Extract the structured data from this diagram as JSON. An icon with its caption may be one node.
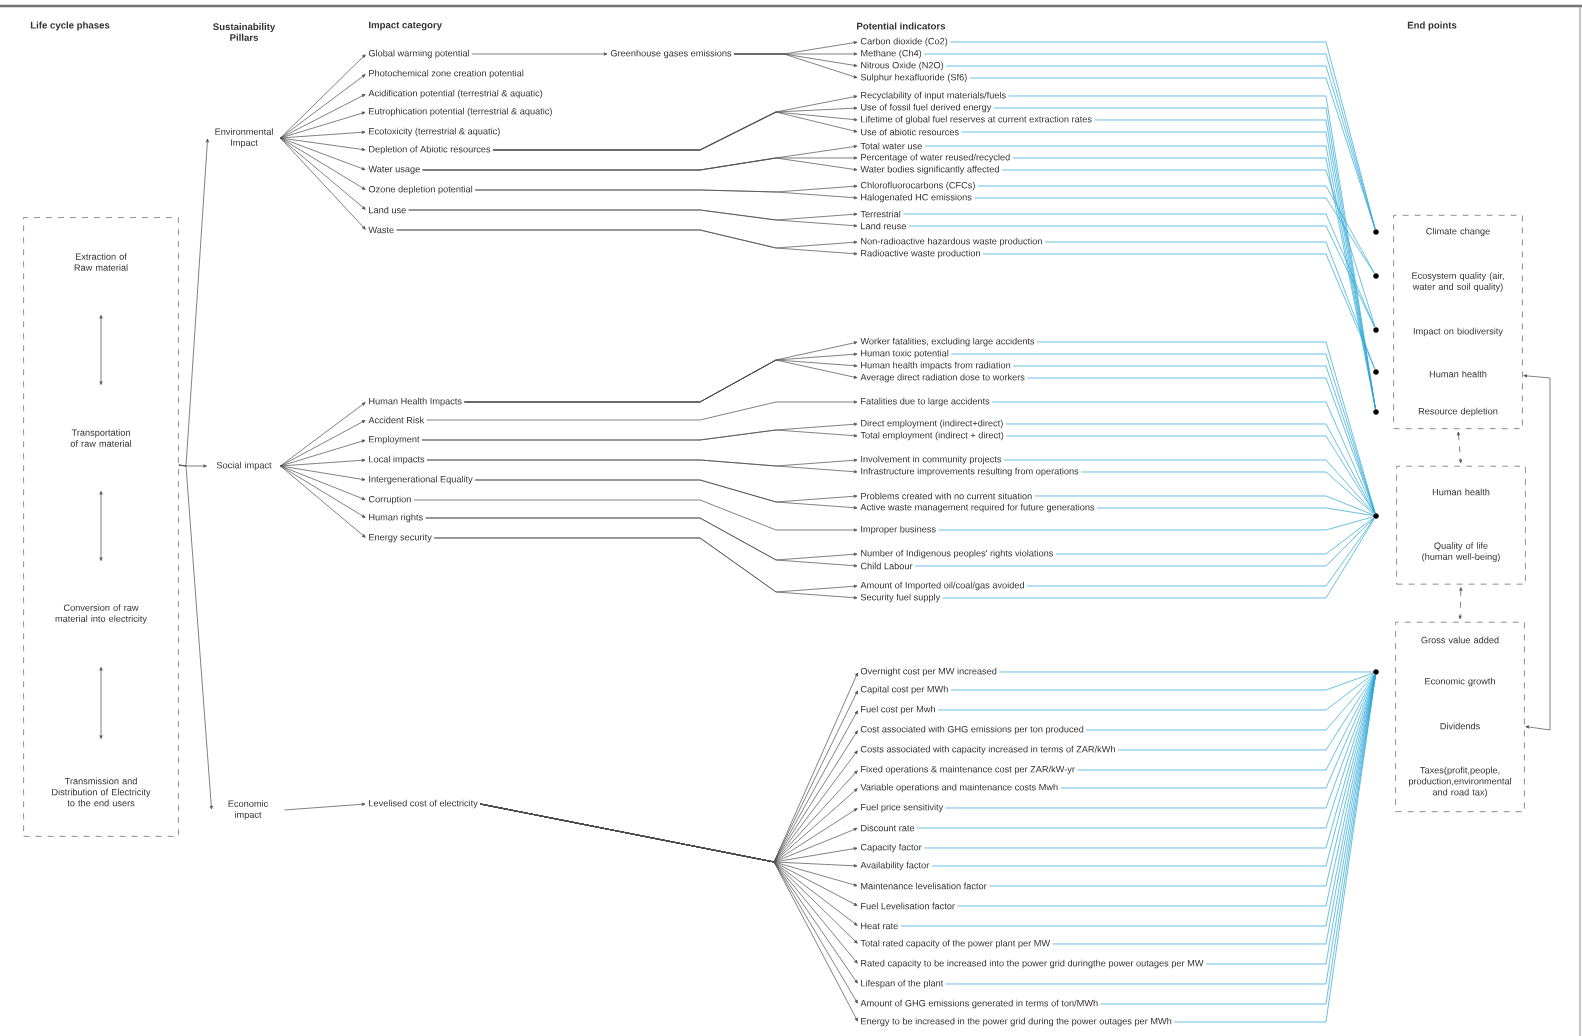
{
  "diagram": {
    "nodes": [
      {
        "text": [],
        "shape": "box"
      },
      {
        "text": [
          "Extraction of Raw material"
        ],
        "in": 0
      },
      {
        "text": [
          "Transportation of raw material"
        ],
        "in": 0
      },
      {
        "text": [
          "Conversion of raw material into electricity"
        ],
        "in": 0
      },
      {
        "text": [
          "Transmission and Distribution of Electricity to the end users"
        ],
        "in": 0
      },
      {
        "text": [
          "Environmental Impact"
        ]
      },
      {
        "text": [
          "Social impact"
        ]
      },
      {
        "text": [
          "Economic impact"
        ]
      },
      {
        "text": [
          "Global warming potential"
        ]
      },
      {
        "text": [
          "Photochemical zone creation potential"
        ]
      },
      {
        "text": [
          "Acidification potential (terrestrial & aquatic)"
        ]
      },
      {
        "text": [
          "Eutrophication potential (terrestrial & aquatic)"
        ]
      },
      {
        "text": [
          "Ecotoxicity (terrestrial & aquatic)"
        ]
      },
      {
        "text": [
          "Depletion of Abiotic resources"
        ]
      },
      {
        "text": [
          "Water usage"
        ]
      },
      {
        "text": [
          "Ozone depletion potential"
        ]
      },
      {
        "text": [
          "Land use"
        ]
      },
      {
        "text": [
          "Waste"
        ]
      },
      {
        "text": [
          "Greenhouse gases emissions"
        ]
      },
      {
        "text": [
          "Human Health Impacts"
        ]
      },
      {
        "text": [
          "Accident Risk"
        ]
      },
      {
        "text": [
          "Employment"
        ]
      },
      {
        "text": [
          "Local impacts"
        ]
      },
      {
        "text": [
          "Intergenerational Equality"
        ]
      },
      {
        "text": [
          "Corruption"
        ]
      },
      {
        "text": [
          "Human rights"
        ]
      },
      {
        "text": [
          "Energy security"
        ]
      },
      {
        "text": [
          "Levelised cost of electricity"
        ]
      },
      {
        "text": [
          "Carbon dioxide (Co2)"
        ]
      },
      {
        "text": [
          "Methane (Ch4)"
        ]
      },
      {
        "text": [
          "Nitrous Oxide (N2O)"
        ]
      },
      {
        "text": [
          "Sulphur hexafluoride (Sf6)"
        ]
      },
      {
        "text": [
          "Recyclability of input materials/fuels"
        ]
      },
      {
        "text": [
          "Use of fossil fuel derived energy"
        ]
      },
      {
        "text": [
          "Lifetime of global fuel reserves at current extraction rates"
        ]
      },
      {
        "text": [
          "Use of abiotic resources"
        ]
      },
      {
        "text": [
          "Total water use"
        ]
      },
      {
        "text": [
          "Percentage of water reused/recycled"
        ]
      },
      {
        "text": [
          "Water bodies significantly affected"
        ]
      },
      {
        "text": [
          "Chlorofluorocarbons (CFCs)"
        ]
      },
      {
        "text": [
          "Halogenated HC emissions"
        ]
      },
      {
        "text": [
          "Terrestrial"
        ]
      },
      {
        "text": [
          "Land reuse"
        ]
      },
      {
        "text": [
          "Non-radioactive hazardous waste production"
        ]
      },
      {
        "text": [
          "Radioactive waste production"
        ]
      },
      {
        "text": [
          "Worker fatalities, excluding large accidents"
        ]
      },
      {
        "text": [
          "Human toxic potential"
        ]
      },
      {
        "text": [
          "Human health impacts from radiation"
        ]
      },
      {
        "text": [
          "Average direct radiation dose to workers"
        ]
      },
      {
        "text": [
          "Fatalities due to large accidents"
        ]
      },
      {
        "text": [
          "Direct employment (indirect+direct)"
        ]
      },
      {
        "text": [
          "Total employment (indirect + direct)"
        ]
      },
      {
        "text": [
          "Involvement in community projects"
        ]
      },
      {
        "text": [
          "Infrastructure improvements resulting from operations"
        ]
      },
      {
        "text": [
          "Problems created with no current situation"
        ]
      },
      {
        "text": [
          "Active waste management required for future generations"
        ]
      },
      {
        "text": [
          "Improper business"
        ]
      },
      {
        "text": [
          "Number of Indigenous peoples' rights violations"
        ]
      },
      {
        "text": [
          "Child Labour"
        ]
      },
      {
        "text": [
          "Amount of Imported oil/coal/gas avoided"
        ]
      },
      {
        "text": [
          "Security fuel supply"
        ]
      },
      {
        "text": [
          "Overnight cost per MW increased"
        ]
      },
      {
        "text": [
          "Capital cost per MWh"
        ]
      },
      {
        "text": [
          "Fuel cost per Mwh"
        ]
      },
      {
        "text": [
          "Cost associated with GHG emissions per ton produced"
        ]
      },
      {
        "text": [
          "Costs associated with capacity increased in terms of ZAR/kWh"
        ]
      },
      {
        "text": [
          "Fixed operations & maintenance cost per ZAR/kW-yr"
        ]
      },
      {
        "text": [
          "Variable operations and maintenance costs Mwh"
        ]
      },
      {
        "text": [
          "Fuel price sensitivity"
        ]
      },
      {
        "text": [
          "Discount rate"
        ]
      },
      {
        "text": [
          "Capacity factor"
        ]
      },
      {
        "text": [
          "Availability factor"
        ]
      },
      {
        "text": [
          "Maintenance levelisation factor"
        ]
      },
      {
        "text": [
          "Fuel Levelisation factor"
        ]
      },
      {
        "text": [
          "Heat rate"
        ]
      },
      {
        "text": [
          "Total rated capacity of the power plant per MW"
        ]
      },
      {
        "text": [
          "Rated capacity to be increased into the power grid duringthe power outages per MW"
        ]
      },
      {
        "text": [
          "Lifespan of the plant"
        ]
      },
      {
        "text": [
          "Amount of GHG emissions generated in terms of ton/MWh"
        ]
      },
      {
        "text": [
          "Energy to be increased in the power grid during the power outages per MWh"
        ]
      },
      {
        "text": [],
        "shape": "box"
      },
      {
        "text": [
          "Climate change"
        ],
        "in": 80
      },
      {
        "text": [
          "Ecosystem quality (air, water and soil quality)"
        ],
        "in": 80
      },
      {
        "text": [
          "Impact on biodiversity"
        ],
        "in": 80
      },
      {
        "text": [
          "Human health"
        ],
        "in": 80
      },
      {
        "text": [
          "Resource depletion"
        ],
        "in": 80
      },
      {
        "text": [],
        "shape": "box"
      },
      {
        "text": [
          "Human health"
        ],
        "in": 86
      },
      {
        "text": [
          "Quality of life (human well-being)"
        ],
        "in": 86
      },
      {
        "text": [],
        "shape": "box"
      },
      {
        "text": [
          "Gross value added"
        ],
        "in": 89
      },
      {
        "text": [
          "Economic growth"
        ],
        "in": 89
      },
      {
        "text": [
          "Dividends"
        ],
        "in": 89
      },
      {
        "text": [
          "Taxes(profit,people, production,environmental and road tax)"
        ],
        "in": 89
      },
      {
        "text": [],
        "shape": "circle"
      },
      {
        "text": [],
        "shape": "circle"
      },
      {
        "text": [],
        "shape": "circle"
      },
      {
        "text": [],
        "shape": "circle"
      },
      {
        "text": [],
        "shape": "circle"
      },
      {
        "text": [],
        "shape": "circle"
      },
      {
        "text": [],
        "shape": "circle"
      }
    ],
    "edges": [
      {
        "from": 1,
        "to": 2,
        "arrow": "both"
      },
      {
        "from": 2,
        "to": 3,
        "arrow": "both"
      },
      {
        "from": 3,
        "to": 4,
        "arrow": "both"
      },
      {
        "from": 0,
        "to": 5,
        "arrow": "to"
      },
      {
        "from": 0,
        "to": 6,
        "arrow": "to"
      },
      {
        "from": 0,
        "to": 7,
        "arrow": "to"
      },
      {
        "from": 5,
        "to": 8,
        "arrow": "to"
      },
      {
        "from": 5,
        "to": 9,
        "arrow": "to"
      },
      {
        "from": 5,
        "to": 10,
        "arrow": "to"
      },
      {
        "from": 5,
        "to": 11,
        "arrow": "to"
      },
      {
        "from": 5,
        "to": 12,
        "arrow": "to"
      },
      {
        "from": 5,
        "to": 13,
        "arrow": "to"
      },
      {
        "from": 5,
        "to": 14,
        "arrow": "to"
      },
      {
        "from": 5,
        "to": 15,
        "arrow": "to"
      },
      {
        "from": 5,
        "to": 16,
        "arrow": "to"
      },
      {
        "from": 5,
        "to": 17,
        "arrow": "to"
      },
      {
        "from": 8,
        "to": 18,
        "arrow": "to"
      },
      {
        "from": 6,
        "to": 19,
        "arrow": "to"
      },
      {
        "from": 6,
        "to": 20,
        "arrow": "to"
      },
      {
        "from": 6,
        "to": 21,
        "arrow": "to"
      },
      {
        "from": 6,
        "to": 22,
        "arrow": "to"
      },
      {
        "from": 6,
        "to": 23,
        "arrow": "to"
      },
      {
        "from": 6,
        "to": 24,
        "arrow": "to"
      },
      {
        "from": 6,
        "to": 25,
        "arrow": "to"
      },
      {
        "from": 6,
        "to": 26,
        "arrow": "to"
      },
      {
        "from": 7,
        "to": 27,
        "arrow": "to"
      },
      {
        "from": 18,
        "to": 28,
        "arrow": "to"
      },
      {
        "from": 18,
        "to": 29,
        "arrow": "to"
      },
      {
        "from": 18,
        "to": 30,
        "arrow": "to"
      },
      {
        "from": 18,
        "to": 31,
        "arrow": "to"
      },
      {
        "from": 13,
        "to": 32,
        "arrow": "to"
      },
      {
        "from": 13,
        "to": 33,
        "arrow": "to"
      },
      {
        "from": 13,
        "to": 34,
        "arrow": "to"
      },
      {
        "from": 13,
        "to": 35,
        "arrow": "to"
      },
      {
        "from": 14,
        "to": 36,
        "arrow": "to"
      },
      {
        "from": 14,
        "to": 37,
        "arrow": "to"
      },
      {
        "from": 14,
        "to": 38,
        "arrow": "to"
      },
      {
        "from": 15,
        "to": 39,
        "arrow": "to"
      },
      {
        "from": 15,
        "to": 40,
        "arrow": "to"
      },
      {
        "from": 16,
        "to": 41,
        "arrow": "to"
      },
      {
        "from": 16,
        "to": 42,
        "arrow": "to"
      },
      {
        "from": 17,
        "to": 43,
        "arrow": "to"
      },
      {
        "from": 17,
        "to": 44,
        "arrow": "to"
      },
      {
        "from": 19,
        "to": 45,
        "arrow": "to"
      },
      {
        "from": 19,
        "to": 46,
        "arrow": "to"
      },
      {
        "from": 19,
        "to": 47,
        "arrow": "to"
      },
      {
        "from": 19,
        "to": 48,
        "arrow": "to"
      },
      {
        "from": 20,
        "to": 49,
        "arrow": "to"
      },
      {
        "from": 21,
        "to": 50,
        "arrow": "to"
      },
      {
        "from": 21,
        "to": 51,
        "arrow": "to"
      },
      {
        "from": 22,
        "to": 52,
        "arrow": "to"
      },
      {
        "from": 22,
        "to": 53,
        "arrow": "to"
      },
      {
        "from": 23,
        "to": 54,
        "arrow": "to"
      },
      {
        "from": 23,
        "to": 55,
        "arrow": "to"
      },
      {
        "from": 24,
        "to": 56,
        "arrow": "to"
      },
      {
        "from": 25,
        "to": 57,
        "arrow": "to"
      },
      {
        "from": 25,
        "to": 58,
        "arrow": "to"
      },
      {
        "from": 26,
        "to": 59,
        "arrow": "to"
      },
      {
        "from": 26,
        "to": 60,
        "arrow": "to"
      },
      {
        "from": 27,
        "to": 61,
        "arrow": "to"
      },
      {
        "from": 27,
        "to": 62,
        "arrow": "to"
      },
      {
        "from": 27,
        "to": 63,
        "arrow": "to"
      },
      {
        "from": 27,
        "to": 64,
        "arrow": "to"
      },
      {
        "from": 27,
        "to": 65,
        "arrow": "to"
      },
      {
        "from": 27,
        "to": 66,
        "arrow": "to"
      },
      {
        "from": 27,
        "to": 67,
        "arrow": "to"
      },
      {
        "from": 27,
        "to": 68,
        "arrow": "to"
      },
      {
        "from": 27,
        "to": 69,
        "arrow": "to"
      },
      {
        "from": 27,
        "to": 70,
        "arrow": "to"
      },
      {
        "from": 27,
        "to": 71,
        "arrow": "to"
      },
      {
        "from": 27,
        "to": 72,
        "arrow": "to"
      },
      {
        "from": 27,
        "to": 73,
        "arrow": "to"
      },
      {
        "from": 27,
        "to": 74,
        "arrow": "to"
      },
      {
        "from": 27,
        "to": 75,
        "arrow": "to"
      },
      {
        "from": 27,
        "to": 76,
        "arrow": "to"
      },
      {
        "from": 27,
        "to": 77,
        "arrow": "to"
      },
      {
        "from": 27,
        "to": 78,
        "arrow": "to"
      },
      {
        "from": 27,
        "to": 79,
        "arrow": "to"
      },
      {
        "from": 28,
        "to": 94,
        "arrow": "none",
        "color": "#2aa6d6"
      },
      {
        "from": 29,
        "to": 94,
        "arrow": "none",
        "color": "#2aa6d6"
      },
      {
        "from": 30,
        "to": 94,
        "arrow": "none",
        "color": "#2aa6d6"
      },
      {
        "from": 31,
        "to": 94,
        "arrow": "none",
        "color": "#2aa6d6"
      },
      {
        "from": 32,
        "to": 98,
        "arrow": "none",
        "color": "#2aa6d6"
      },
      {
        "from": 33,
        "to": 98,
        "arrow": "none",
        "color": "#2aa6d6"
      },
      {
        "from": 34,
        "to": 98,
        "arrow": "none",
        "color": "#2aa6d6"
      },
      {
        "from": 35,
        "to": 98,
        "arrow": "none",
        "color": "#2aa6d6"
      },
      {
        "from": 36,
        "to": 98,
        "arrow": "none",
        "color": "#2aa6d6"
      },
      {
        "from": 37,
        "to": 98,
        "arrow": "none",
        "color": "#2aa6d6"
      },
      {
        "from": 38,
        "to": 96,
        "arrow": "none",
        "color": "#2aa6d6"
      },
      {
        "from": 39,
        "to": 95,
        "arrow": "none",
        "color": "#2aa6d6"
      },
      {
        "from": 40,
        "to": 95,
        "arrow": "none",
        "color": "#2aa6d6"
      },
      {
        "from": 41,
        "to": 96,
        "arrow": "none",
        "color": "#2aa6d6"
      },
      {
        "from": 42,
        "to": 96,
        "arrow": "none",
        "color": "#2aa6d6"
      },
      {
        "from": 43,
        "to": 97,
        "arrow": "none",
        "color": "#2aa6d6"
      },
      {
        "from": 44,
        "to": 97,
        "arrow": "none",
        "color": "#2aa6d6"
      },
      {
        "from": 45,
        "to": 99,
        "arrow": "none",
        "color": "#2aa6d6"
      },
      {
        "from": 46,
        "to": 99,
        "arrow": "none",
        "color": "#2aa6d6"
      },
      {
        "from": 47,
        "to": 99,
        "arrow": "none",
        "color": "#2aa6d6"
      },
      {
        "from": 48,
        "to": 99,
        "arrow": "none",
        "color": "#2aa6d6"
      },
      {
        "from": 49,
        "to": 99,
        "arrow": "none",
        "color": "#2aa6d6"
      },
      {
        "from": 50,
        "to": 99,
        "arrow": "none",
        "color": "#2aa6d6"
      },
      {
        "from": 51,
        "to": 99,
        "arrow": "none",
        "color": "#2aa6d6"
      },
      {
        "from": 52,
        "to": 99,
        "arrow": "none",
        "color": "#2aa6d6"
      },
      {
        "from": 53,
        "to": 99,
        "arrow": "none",
        "color": "#2aa6d6"
      },
      {
        "from": 54,
        "to": 99,
        "arrow": "none",
        "color": "#2aa6d6"
      },
      {
        "from": 55,
        "to": 99,
        "arrow": "none",
        "color": "#2aa6d6"
      },
      {
        "from": 56,
        "to": 99,
        "arrow": "none",
        "color": "#2aa6d6"
      },
      {
        "from": 57,
        "to": 99,
        "arrow": "none",
        "color": "#2aa6d6"
      },
      {
        "from": 58,
        "to": 99,
        "arrow": "none",
        "color": "#2aa6d6"
      },
      {
        "from": 59,
        "to": 99,
        "arrow": "none",
        "color": "#2aa6d6"
      },
      {
        "from": 60,
        "to": 99,
        "arrow": "none",
        "color": "#2aa6d6"
      },
      {
        "from": 61,
        "to": 100,
        "arrow": "none",
        "color": "#2aa6d6"
      },
      {
        "from": 62,
        "to": 100,
        "arrow": "none",
        "color": "#2aa6d6"
      },
      {
        "from": 63,
        "to": 100,
        "arrow": "none",
        "color": "#2aa6d6"
      },
      {
        "from": 64,
        "to": 100,
        "arrow": "none",
        "color": "#2aa6d6"
      },
      {
        "from": 65,
        "to": 100,
        "arrow": "none",
        "color": "#2aa6d6"
      },
      {
        "from": 66,
        "to": 100,
        "arrow": "none",
        "color": "#2aa6d6"
      },
      {
        "from": 67,
        "to": 100,
        "arrow": "none",
        "color": "#2aa6d6"
      },
      {
        "from": 68,
        "to": 100,
        "arrow": "none",
        "color": "#2aa6d6"
      },
      {
        "from": 69,
        "to": 100,
        "arrow": "none",
        "color": "#2aa6d6"
      },
      {
        "from": 70,
        "to": 100,
        "arrow": "none",
        "color": "#2aa6d6"
      },
      {
        "from": 71,
        "to": 100,
        "arrow": "none",
        "color": "#2aa6d6"
      },
      {
        "from": 72,
        "to": 100,
        "arrow": "none",
        "color": "#2aa6d6"
      },
      {
        "from": 73,
        "to": 100,
        "arrow": "none",
        "color": "#2aa6d6"
      },
      {
        "from": 74,
        "to": 100,
        "arrow": "none",
        "color": "#2aa6d6"
      },
      {
        "from": 75,
        "to": 100,
        "arrow": "none",
        "color": "#2aa6d6"
      },
      {
        "from": 76,
        "to": 100,
        "arrow": "none",
        "color": "#2aa6d6"
      },
      {
        "from": 77,
        "to": 100,
        "arrow": "none",
        "color": "#2aa6d6"
      },
      {
        "from": 78,
        "to": 100,
        "arrow": "none",
        "color": "#2aa6d6"
      },
      {
        "from": 79,
        "to": 100,
        "arrow": "none",
        "color": "#2aa6d6"
      },
      {
        "from": 80,
        "to": 86,
        "arrow": "both",
        "style": "dashed"
      },
      {
        "from": 86,
        "to": 89,
        "arrow": "both",
        "style": "dashed"
      },
      {
        "from": 89,
        "to": 80,
        "arrow": "both"
      }
    ],
    "labels": [
      "Life cycle phases",
      "Sustainability Pillars",
      "Impact category",
      "Potential indicators",
      "End points"
    ]
  }
}
